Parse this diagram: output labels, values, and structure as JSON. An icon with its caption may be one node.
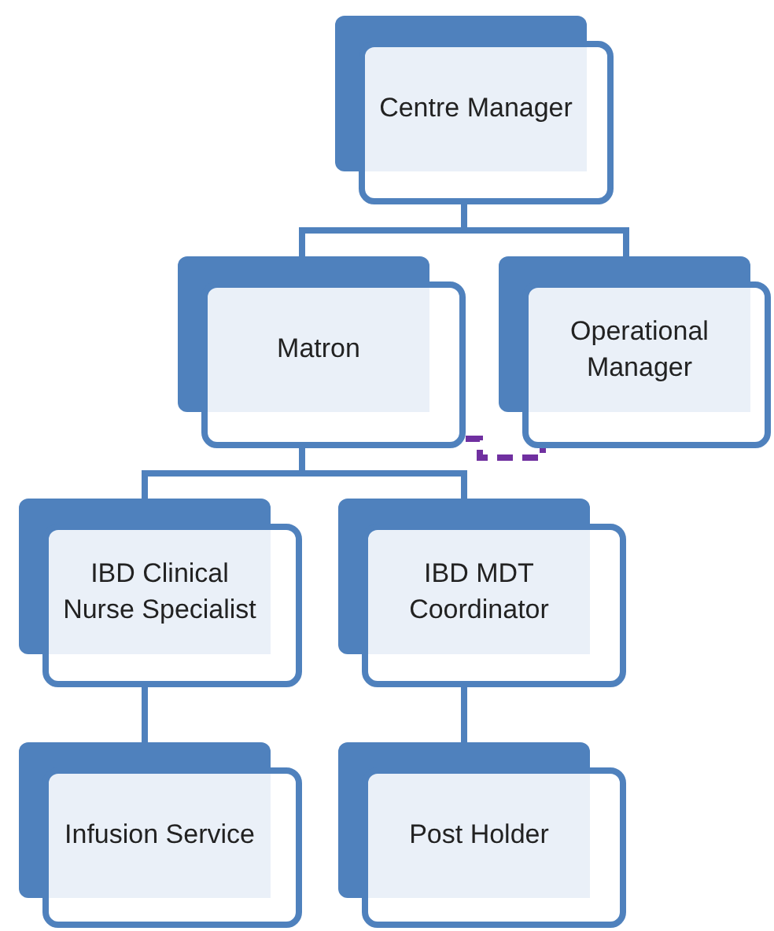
{
  "diagram": {
    "nodes": [
      {
        "text": [
          "Centre Manager"
        ]
      },
      {
        "text": [
          "Matron"
        ]
      },
      {
        "text": [
          "Operational Manager"
        ]
      },
      {
        "text": [
          "IBD Clinical Nurse Specialist"
        ]
      },
      {
        "text": [
          "IBD MDT Coordinator"
        ]
      },
      {
        "text": [
          "Infusion Service"
        ]
      },
      {
        "text": [
          "Post Holder"
        ]
      }
    ],
    "edges": [
      {
        "from": 0,
        "to": 1,
        "arrow": "none"
      },
      {
        "from": 0,
        "to": 2,
        "arrow": "none"
      },
      {
        "from": 1,
        "to": 3,
        "arrow": "none"
      },
      {
        "from": 1,
        "to": 4,
        "arrow": "none"
      },
      {
        "from": 3,
        "to": 5,
        "arrow": "none"
      },
      {
        "from": 4,
        "to": 6,
        "arrow": "none"
      },
      {
        "from": 1,
        "to": 2,
        "arrow": "none",
        "style": "dashed",
        "color": "#7030a0"
      }
    ]
  }
}
